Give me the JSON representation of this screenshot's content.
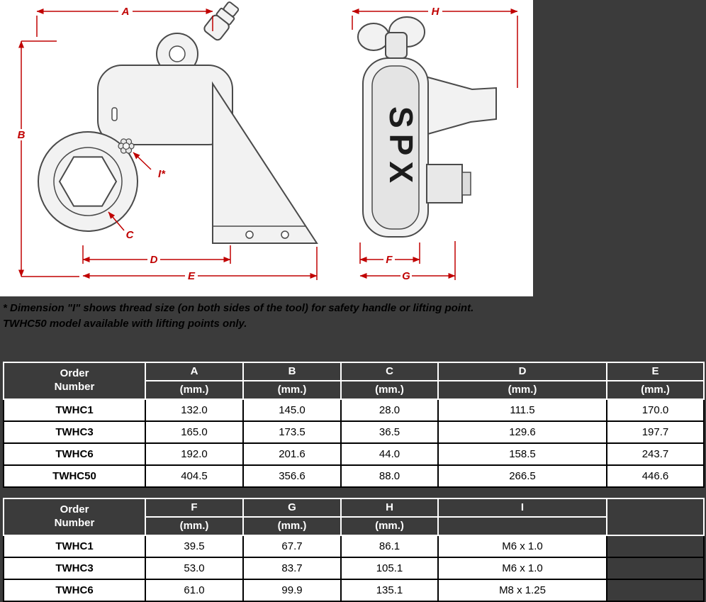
{
  "colors": {
    "page_bg": "#3b3b3b",
    "dimension_red": "#c00000",
    "header_bg": "#3b3b3b"
  },
  "diagram": {
    "brand": "SPX",
    "labels": {
      "A": "A",
      "B": "B",
      "C": "C",
      "D": "D",
      "E": "E",
      "F": "F",
      "G": "G",
      "H": "H",
      "I": "I*"
    }
  },
  "note": {
    "line1": "* Dimension \"I\" shows thread size (on both sides of the tool) for safety handle or lifting point.",
    "line2": "TWHC50 model available with lifting points only."
  },
  "table1": {
    "order_header": "Order\nNumber",
    "columns": [
      "A",
      "B",
      "C",
      "D",
      "E"
    ],
    "units": [
      "(mm.)",
      "(mm.)",
      "(mm.)",
      "(mm.)",
      "(mm.)"
    ],
    "rows": [
      {
        "order": "TWHC1",
        "values": [
          "132.0",
          "145.0",
          "28.0",
          "111.5",
          "170.0"
        ]
      },
      {
        "order": "TWHC3",
        "values": [
          "165.0",
          "173.5",
          "36.5",
          "129.6",
          "197.7"
        ]
      },
      {
        "order": "TWHC6",
        "values": [
          "192.0",
          "201.6",
          "44.0",
          "158.5",
          "243.7"
        ]
      },
      {
        "order": "TWHC50",
        "values": [
          "404.5",
          "356.6",
          "88.0",
          "266.5",
          "446.6"
        ]
      }
    ]
  },
  "table2": {
    "order_header": "Order\nNumber",
    "columns": [
      "F",
      "G",
      "H",
      "I"
    ],
    "units": [
      "(mm.)",
      "(mm.)",
      "(mm.)",
      ""
    ],
    "rows": [
      {
        "order": "TWHC1",
        "values": [
          "39.5",
          "67.7",
          "86.1",
          "M6 x 1.0"
        ]
      },
      {
        "order": "TWHC3",
        "values": [
          "53.0",
          "83.7",
          "105.1",
          "M6 x 1.0"
        ]
      },
      {
        "order": "TWHC6",
        "values": [
          "61.0",
          "99.9",
          "135.1",
          "M8 x 1.25"
        ]
      }
    ]
  }
}
